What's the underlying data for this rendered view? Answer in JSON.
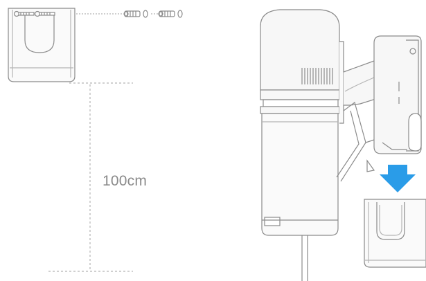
{
  "diagram": {
    "height_label": "100cm",
    "colors": {
      "line": "#8a8a8a",
      "light_line": "#b5b5b5",
      "fill": "#f7f7f7",
      "arrow": "#2a9ce8"
    },
    "components": [
      "wall-bracket-front-view",
      "wall-screw",
      "wall-anchor",
      "vacuum-body",
      "vacuum-handle",
      "wall-mounted-dock",
      "lower-bracket",
      "mounting-direction-arrow"
    ]
  }
}
